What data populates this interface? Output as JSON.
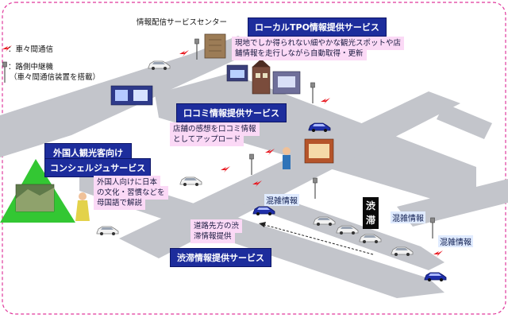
{
  "legend": {
    "v2v": "：車々間通信",
    "roadside_unit": "：路側中継機",
    "roadside_unit_note": "（車々間通信装置を搭載）"
  },
  "center_label": "情報配信サービスセンター",
  "services": {
    "local_tpo": {
      "title": "ローカルTPO情報提供サービス",
      "desc_1": "現地でしか得られない細やかな観光スポットや店",
      "desc_2": "舗情報を走行しながら自動取得・更新"
    },
    "word_of_mouth": {
      "title": "口コミ情報提供サービス",
      "desc_1": "店舗の感想を口コミ情報",
      "desc_2": "としてアップロード"
    },
    "tourist_concierge": {
      "title_1": "外国人観光客向け",
      "title_2": "コンシェルジュサービス",
      "desc_1": "外国人向けに日本",
      "desc_2": "の文化・習慣などを",
      "desc_3": "母国語で解説"
    },
    "congestion": {
      "title": "渋滞情報提供サービス",
      "desc_1": "道路先方の渋",
      "desc_2": "滞情報提供"
    }
  },
  "congestion_labels": {
    "jam_1": "渋",
    "jam_2": "滞",
    "info_a": "混雑情報",
    "info_b": "混雑情報",
    "info_c": "混雑情報"
  },
  "colors": {
    "title_bg": "#1d2d9c",
    "desc_bg": "#fbd9f6",
    "road": "#c3c5cb",
    "signal": "#e8141c",
    "triangle": "#33c733",
    "border_dash": "#e0389c"
  },
  "icons": [
    "lightning-signal-icon",
    "roadside-antenna-icon",
    "server-building-icon",
    "shop-icon",
    "car-icon",
    "person-icon"
  ]
}
